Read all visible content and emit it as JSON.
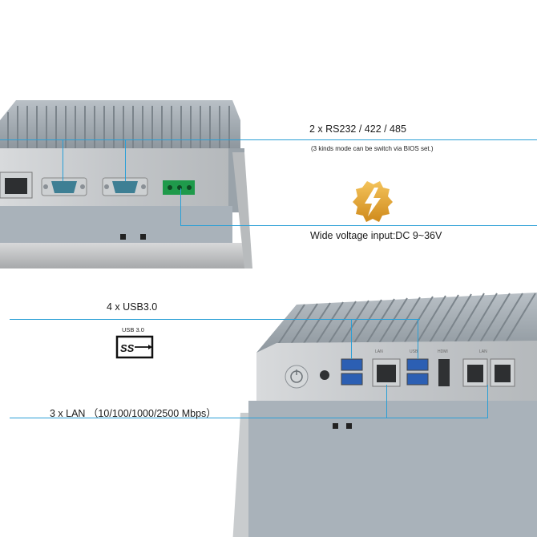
{
  "callouts": {
    "rs232": {
      "title": "2 x RS232 / 422 / 485",
      "note": "(3 kinds mode can be switch via BIOS set.)"
    },
    "power": {
      "title": "Wide voltage input:DC 9~36V"
    },
    "usb": {
      "title": "4 x USB3.0",
      "badge_text": "USB 3.0",
      "badge_logo": "SS"
    },
    "lan": {
      "title": "3 x LAN （10/100/1000/2500 Mbps）"
    }
  },
  "panel_labels": {
    "lan": "LAN",
    "usb": "USB",
    "hdmi": "HDMI",
    "lan2": "LAN"
  },
  "colors": {
    "accent_line": "#2a9fd6",
    "chassis": "#a9b2ba",
    "heatsink": "#8f989f",
    "bezel": "#c9ccce",
    "usb_port": "#2c5fb3",
    "lightning": "#e0a12a"
  },
  "icons": [
    "lightning-icon",
    "usb-ss-icon",
    "power-button-icon"
  ]
}
